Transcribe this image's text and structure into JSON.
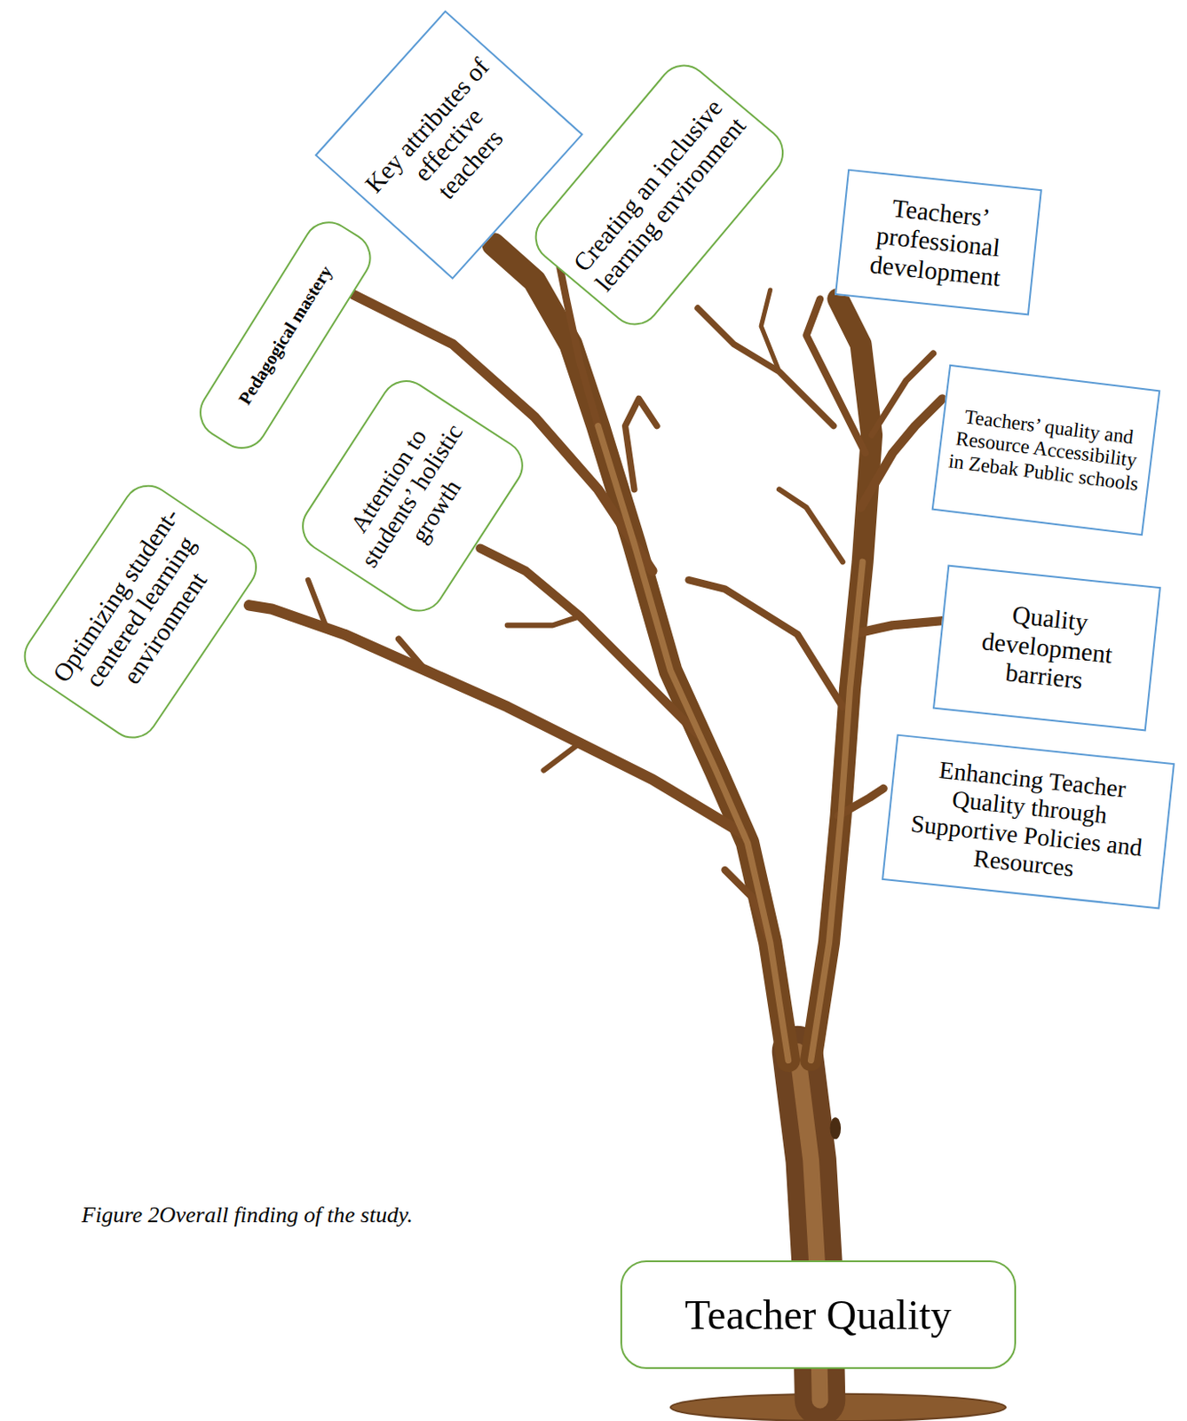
{
  "diagram": {
    "caption": "Figure 2Overall finding of the study.",
    "nodes": [
      {
        "text": [
          "Key attributes of effective teachers"
        ]
      },
      {
        "text": [
          "Creating an inclusive learning environment"
        ]
      },
      {
        "text": [
          "Teachers’ professional development"
        ]
      },
      {
        "text": [
          "Pedagogical mastery"
        ]
      },
      {
        "text": [
          "Attention to students’ holistic growth"
        ]
      },
      {
        "text": [
          "Teachers’ quality and Resource Accessibility in Zebak Public schools"
        ]
      },
      {
        "text": [
          "Optimizing student-centered learning environment"
        ]
      },
      {
        "text": [
          "Quality development barriers"
        ]
      },
      {
        "text": [
          "Enhancing Teacher Quality through Supportive Policies and Resources"
        ]
      },
      {
        "text": [
          "Teacher Quality"
        ]
      }
    ]
  }
}
